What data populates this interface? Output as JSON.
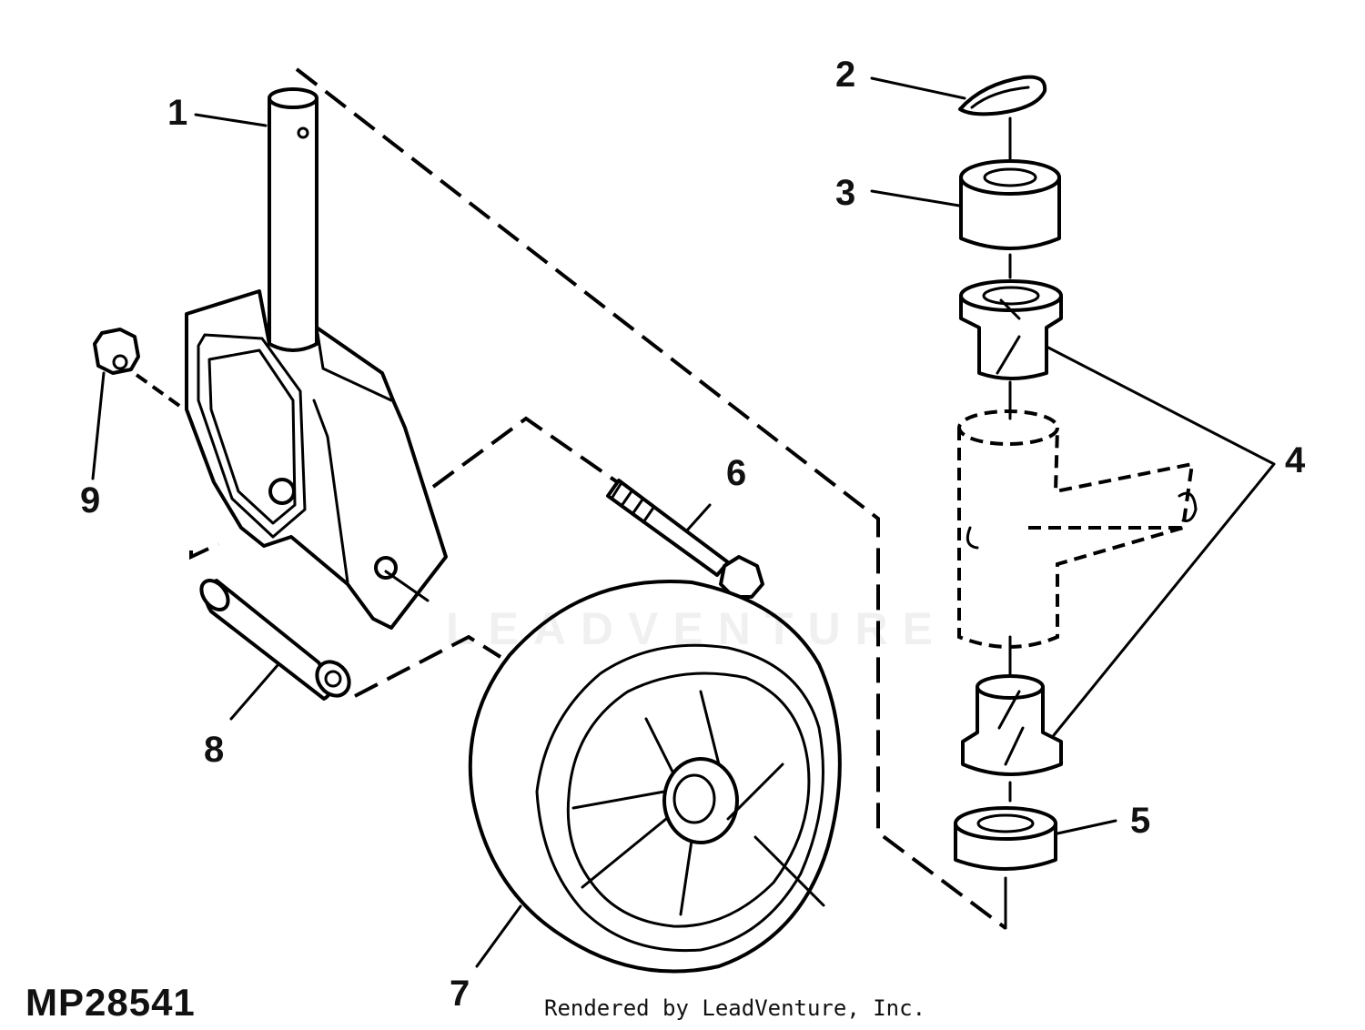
{
  "figure": {
    "id": "MP28541",
    "credit": "Rendered by LeadVenture, Inc.",
    "watermark": "LEADVENTURE"
  },
  "callouts": [
    {
      "number": "1",
      "part": "caster-spindle"
    },
    {
      "number": "2",
      "part": "retaining-clip"
    },
    {
      "number": "3",
      "part": "upper-spacer"
    },
    {
      "number": "4",
      "part": "flanged-bushing"
    },
    {
      "number": "5",
      "part": "lower-spacer"
    },
    {
      "number": "6",
      "part": "axle-bolt"
    },
    {
      "number": "7",
      "part": "wheel"
    },
    {
      "number": "8",
      "part": "wheel-spacer-tube"
    },
    {
      "number": "9",
      "part": "lock-nut"
    }
  ],
  "colors": {
    "ink": "#000000",
    "background": "#ffffff"
  }
}
